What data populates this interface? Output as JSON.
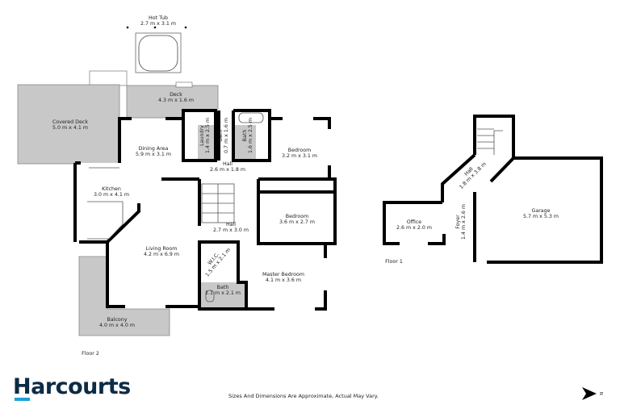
{
  "floors": {
    "floor2": {
      "label": "Floor 2",
      "rooms": {
        "hot_tub": {
          "name": "Hot Tub",
          "dims": "2.7 m x 3.1 m"
        },
        "deck": {
          "name": "Deck",
          "dims": "4.3 m x 1.6 m"
        },
        "covered_deck": {
          "name": "Covered Deck",
          "dims": "5.0 m x 4.1 m"
        },
        "dining": {
          "name": "Dining Area",
          "dims": "5.9 m x 3.1 m"
        },
        "laundry": {
          "name": "Laundry",
          "dims": "1.4 m x 2.5 m"
        },
        "bath_small": {
          "name": "Bath",
          "dims": "0.7 m x 1.6 m"
        },
        "bath_main": {
          "name": "Bath",
          "dims": "1.6 m x 2.5 m"
        },
        "bedroom1": {
          "name": "Bedroom",
          "dims": "3.2 m x 3.1 m"
        },
        "hall1": {
          "name": "Hall",
          "dims": "2.6 m x 1.8 m"
        },
        "kitchen": {
          "name": "Kitchen",
          "dims": "3.0 m x 4.1 m"
        },
        "hall2": {
          "name": "Hall",
          "dims": "2.7 m x 3.0 m"
        },
        "bedroom2": {
          "name": "Bedroom",
          "dims": "3.6 m x 2.7 m"
        },
        "living": {
          "name": "Living Room",
          "dims": "4.2 m x 6.9 m"
        },
        "wic": {
          "name": "W.I.C.",
          "dims": "1.5 m x 2.1 m"
        },
        "master": {
          "name": "Master Bedroom",
          "dims": "4.1 m x 3.6 m"
        },
        "bath_ensuite": {
          "name": "Bath",
          "dims": "2.1 m x 2.1 m"
        },
        "balcony": {
          "name": "Balcony",
          "dims": "4.0 m x 4.0 m"
        }
      }
    },
    "floor1": {
      "label": "Floor 1",
      "rooms": {
        "hall": {
          "name": "Hall",
          "dims": "1.8 m x 3.8 m"
        },
        "office": {
          "name": "Office",
          "dims": "2.6 m x 2.0 m"
        },
        "foyer": {
          "name": "Foyer",
          "dims": "1.4 m x 2.6 m"
        },
        "garage": {
          "name": "Garage",
          "dims": "5.7 m x 5.3 m"
        }
      }
    }
  },
  "footer": {
    "brand": "Harcourts",
    "disclaimer": "Sizes And Dimensions Are Approximate, Actual May Vary.",
    "north_label": "N"
  },
  "colors": {
    "brand": "#0c2b45",
    "brand_accent": "#1ea0dc",
    "deck_fill": "#c8c8c8",
    "wall": "#000000"
  },
  "icons": [
    "north-arrow-icon"
  ]
}
